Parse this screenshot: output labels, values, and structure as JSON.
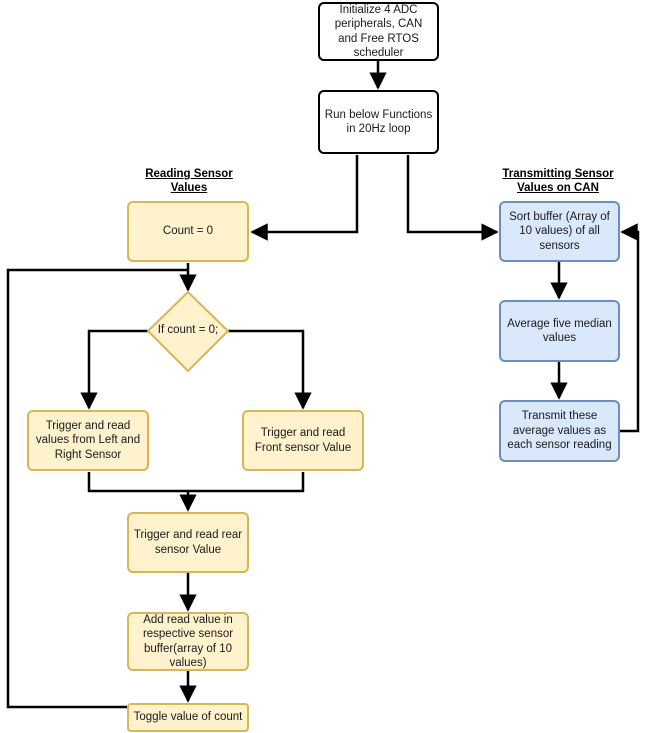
{
  "sections": {
    "reading_title": "Reading Sensor Values",
    "transmitting_title": "Transmitting Sensor Values on CAN"
  },
  "nodes": {
    "init": "Initialize 4 ADC peripherals, CAN and Free RTOS scheduler",
    "run_loop": "Run below Functions in 20Hz loop",
    "count_zero": "Count = 0",
    "if_count": "If count = 0;",
    "left_right": "Trigger and read values from Left and Right Sensor",
    "front": "Trigger and read Front sensor Value",
    "rear": "Trigger and read rear sensor Value",
    "add_buffer": "Add read value in respective sensor buffer(array of 10 values)",
    "toggle": "Toggle value of count",
    "sort": "Sort buffer (Array of 10 values) of all sensors",
    "average": "Average five median values",
    "transmit": "Transmit these average values as each sensor reading"
  },
  "colors": {
    "line": "#000000",
    "yellow_fill": "#fff2cc",
    "yellow_border": "#d6b656",
    "blue_fill": "#dae8fc",
    "blue_border": "#6c8ebf"
  }
}
